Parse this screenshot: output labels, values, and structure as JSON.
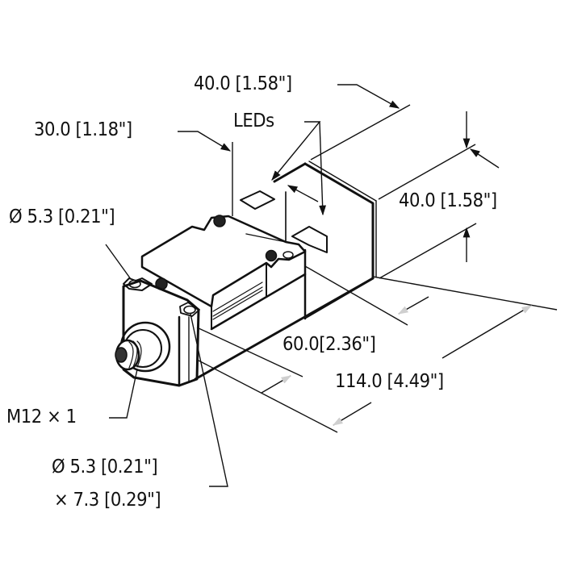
{
  "diagram": {
    "title": "Inductive sensor rectangular housing – dimension drawing",
    "colors": {
      "line": "#111111",
      "arrow_light": "#cccccc",
      "background": "#ffffff"
    },
    "labels": {
      "length_40_top": "40.0 [1.58\"]",
      "leds": "LEDs",
      "length_30": "30.0 [1.18\"]",
      "height_40_right": "40.0 [1.58\"]",
      "hole_dia_top": "Ø 5.3 [0.21\"]",
      "length_60": "60.0[2.36\"]",
      "length_114": "114.0 [4.49\"]",
      "connector": "M12 × 1",
      "slot_dia": "Ø 5.3 [0.21\"]",
      "slot_len": "× 7.3 [0.29\"]"
    }
  }
}
